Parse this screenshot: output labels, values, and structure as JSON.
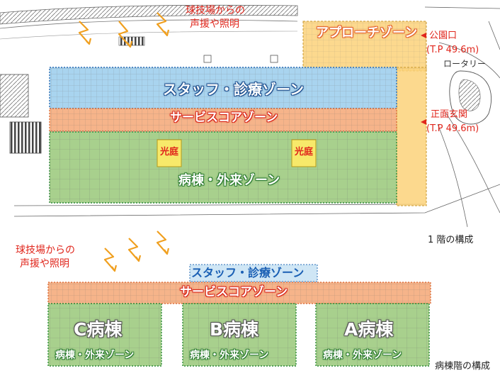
{
  "floor1": {
    "stadium_note_line1": "球技場からの",
    "stadium_note_line2": "声援や照明",
    "approach_zone": "アプローチゾーン",
    "park_entrance_label": "公園口",
    "park_entrance_level": "(T.P 49.6m)",
    "rotary": "ロータリー",
    "staff_zone": "スタッフ・診療ゾーン",
    "service_core_zone": "サービスコアゾーン",
    "main_entrance_label": "正面玄関",
    "main_entrance_level": "(T.P 49.6m)",
    "light_court_1": "光庭",
    "light_court_2": "光庭",
    "ward_outpatient_zone": "病棟・外来ゾーン",
    "caption": "1 階の構成"
  },
  "ward_floor": {
    "stadium_note_line1": "球技場からの",
    "stadium_note_line2": "声援や照明",
    "staff_zone": "スタッフ・診療ゾーン",
    "service_core_zone": "サービスコアゾーン",
    "ward_c": "C病棟",
    "ward_b": "B病棟",
    "ward_a": "A病棟",
    "ward_zone_c": "病棟・外来ゾーン",
    "ward_zone_b": "病棟・外来ゾーン",
    "ward_zone_a": "病棟・外来ゾーン",
    "caption": "病棟階の構成"
  },
  "colors": {
    "staff_zone": "#a9d4ef",
    "service_core_zone": "#f6b48a",
    "ward_zone": "#a8d08d",
    "approach_zone": "#fbd27a",
    "light_court": "#f7e96a",
    "arrow": "#f0a020",
    "label_red": "#e0261c",
    "label_blue": "#1a5fb4"
  }
}
